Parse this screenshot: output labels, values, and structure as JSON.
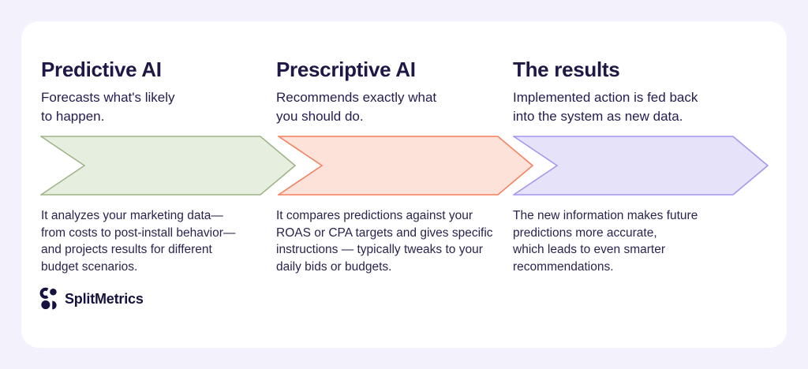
{
  "background_color": "#f3f1fc",
  "card_color": "#ffffff",
  "columns": [
    {
      "title": "Predictive AI",
      "subtitle": "Forecasts what's likely\nto happen.",
      "body": "It analyzes your marketing data—\nfrom costs to post-install behavior—\nand projects results for different\nbudget scenarios.",
      "arrow_fill": "#e6efdf",
      "arrow_stroke": "#9fb487"
    },
    {
      "title": "Prescriptive AI",
      "subtitle": "Recommends exactly what\nyou should do.",
      "body": "It compares predictions against your\nROAS or CPA targets and gives specific\ninstructions — typically tweaks to your\ndaily bids or budgets.",
      "arrow_fill": "#fde2da",
      "arrow_stroke": "#f5805e"
    },
    {
      "title": "The results",
      "subtitle": "Implemented action is fed back\ninto the system as new data.",
      "body": "The new information makes future\npredictions more accurate,\nwhich leads to even smarter\nrecommendations.",
      "arrow_fill": "#e5e2fa",
      "arrow_stroke": "#a696ee"
    }
  ],
  "logo": {
    "text": "SplitMetrics",
    "color": "#15123f"
  }
}
